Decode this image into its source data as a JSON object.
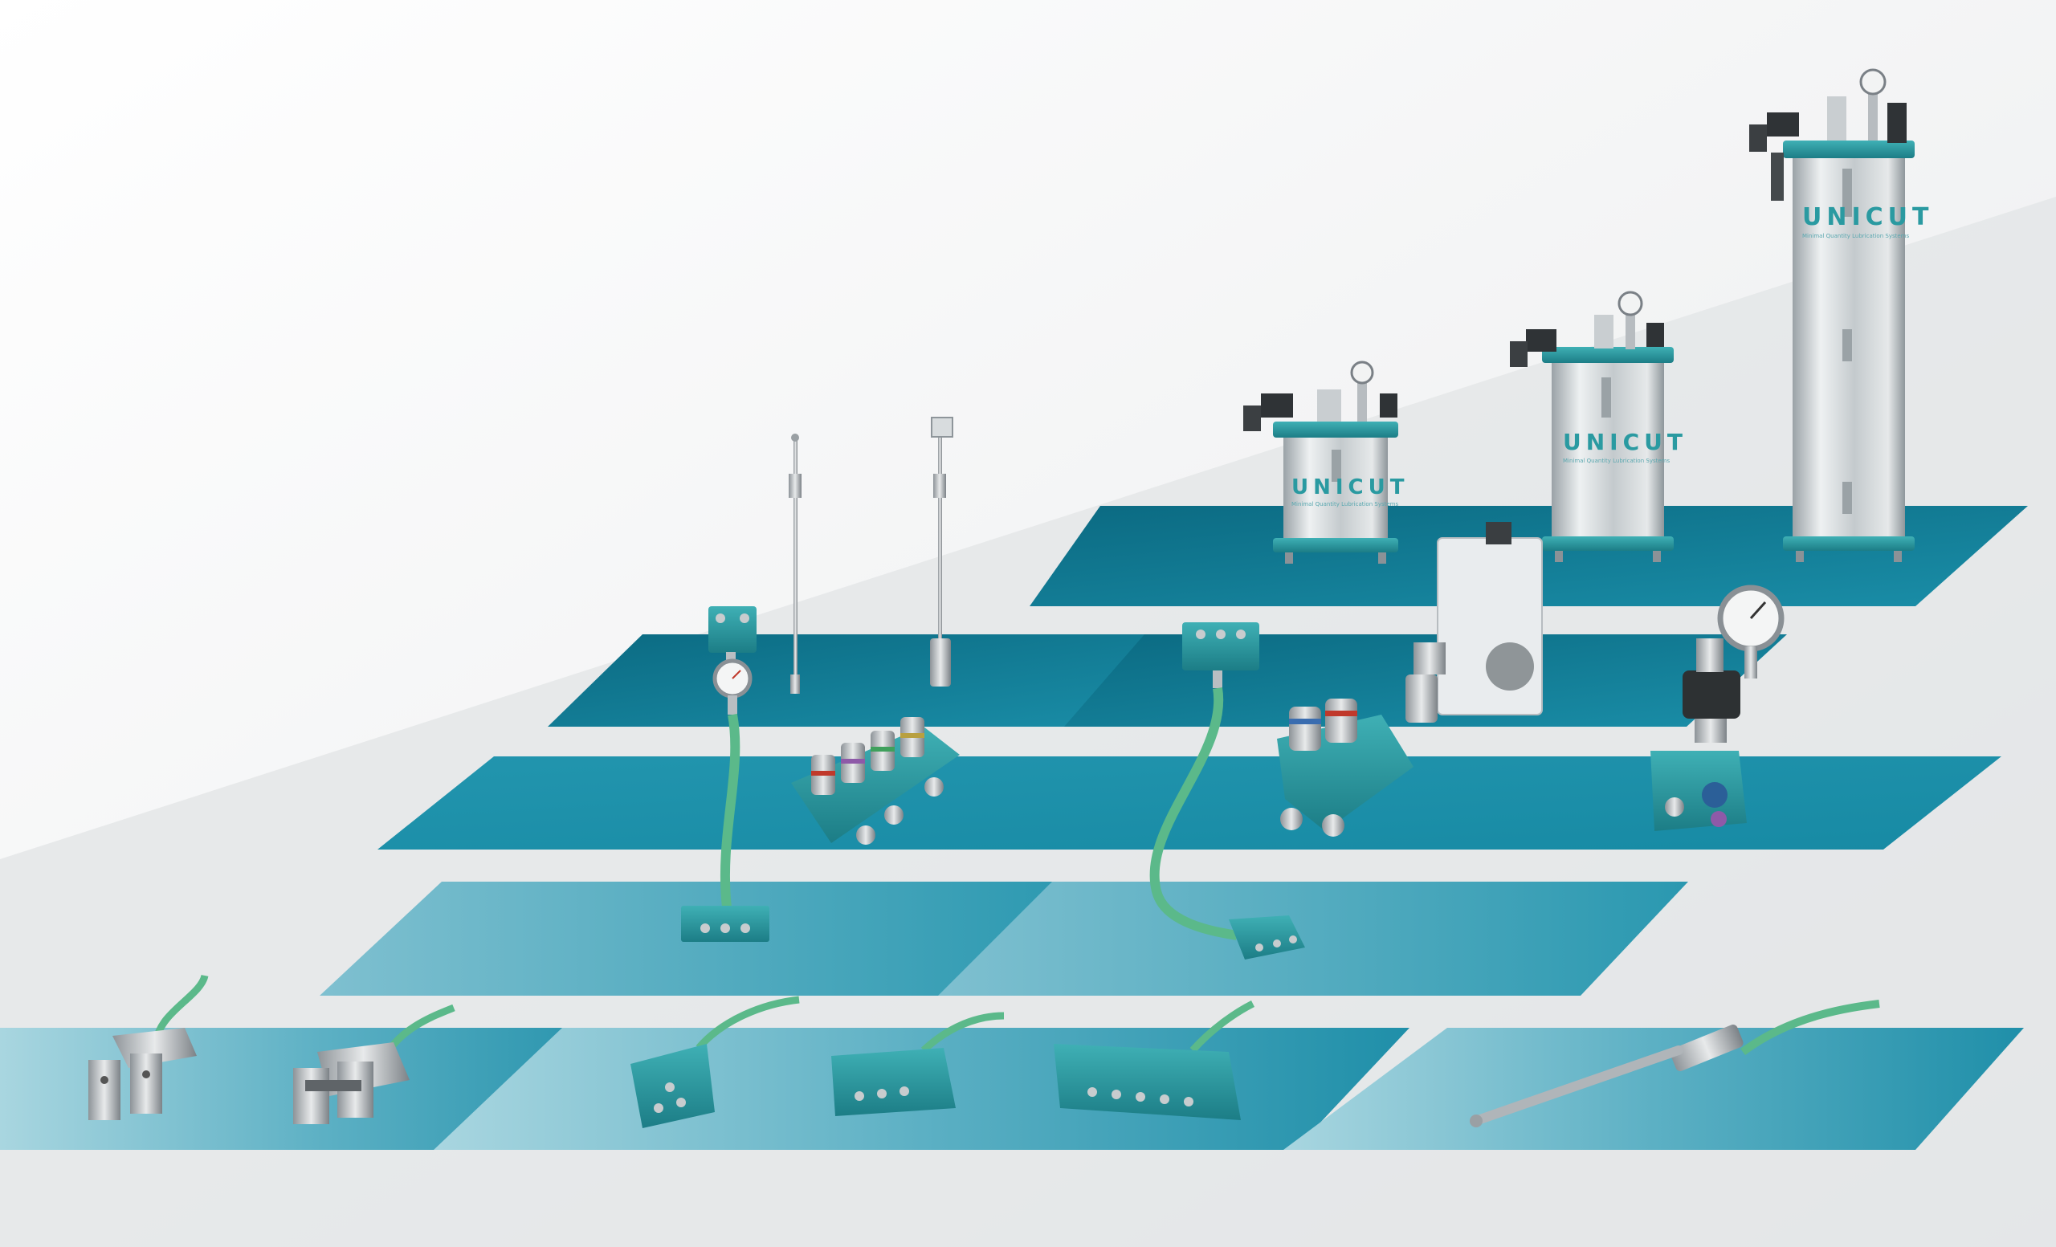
{
  "scene": {
    "description_label": "",
    "colors": {
      "platform_dark": "#0e6f86",
      "platform_mid": "#1f95ae",
      "platform_light": "#7fc2d2",
      "aluminium": "#c9cfd3",
      "teal_metal": "#2a9aa1",
      "hose_green": "#5bb98a",
      "steel": "#b9bec2",
      "gauge_face": "#f4f5f5"
    }
  },
  "tanks": [
    {
      "logo": "UNICUT",
      "tagline": "Minimal Quantity Lubrication Systems"
    },
    {
      "logo": "UNICUT",
      "tagline": "Minimal Quantity Lubrication Systems"
    },
    {
      "logo": "UNICUT",
      "tagline": "Minimal Quantity Lubrication Systems"
    }
  ],
  "controller": {
    "label": ""
  }
}
